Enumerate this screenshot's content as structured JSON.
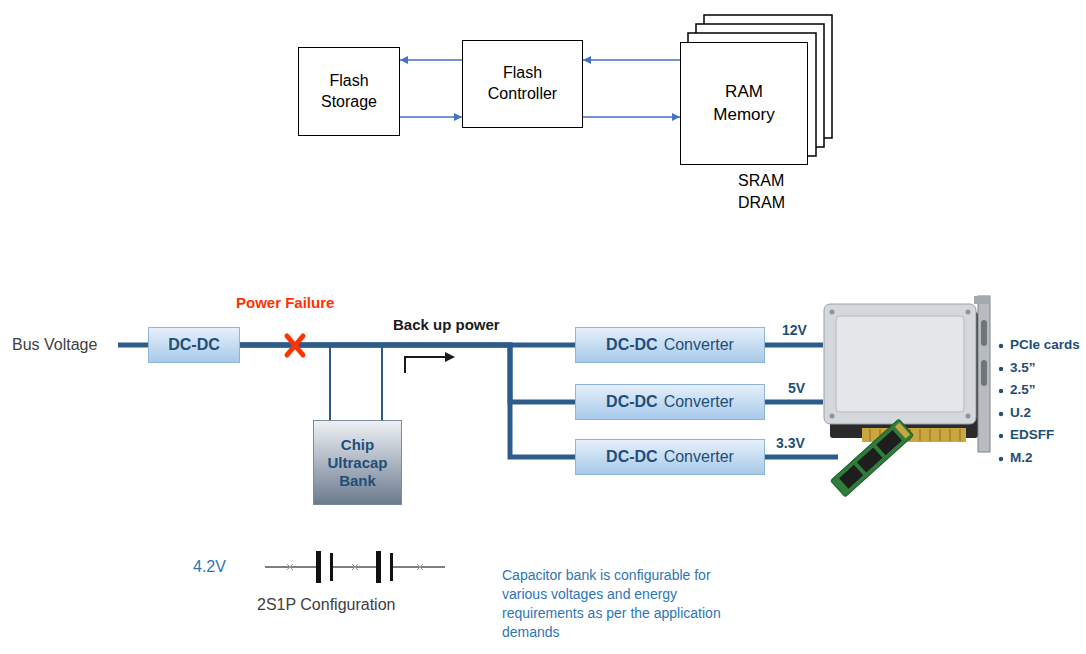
{
  "diagram": {
    "nodes": [
      {
        "text": [
          "Flash Storage"
        ]
      },
      {
        "text": [
          "Flash Controller"
        ]
      },
      {
        "text": [
          "RAM Memory"
        ]
      },
      {
        "text": [
          "DC-DC"
        ]
      },
      {
        "text": [
          "Chip Ultracap Bank"
        ]
      },
      {
        "text": [
          "DC-DC",
          "Converter"
        ]
      },
      {
        "text": [
          "DC-DC",
          "Converter"
        ]
      },
      {
        "text": [
          "DC-DC",
          "Converter"
        ]
      }
    ],
    "edges": [
      {
        "from": 1,
        "to": 0,
        "arrow": "to"
      },
      {
        "from": 0,
        "to": 1,
        "arrow": "to"
      },
      {
        "from": 2,
        "to": 1,
        "arrow": "to"
      },
      {
        "from": 1,
        "to": 2,
        "arrow": "to"
      },
      {
        "from": 3,
        "to": 5,
        "arrow": "none"
      },
      {
        "from": 3,
        "to": 6,
        "arrow": "none"
      },
      {
        "from": 3,
        "to": 7,
        "arrow": "none"
      },
      {
        "from": 4,
        "to": 5,
        "arrow": "none"
      },
      {
        "from": 4,
        "to": 6,
        "arrow": "none"
      },
      {
        "from": 4,
        "to": 7,
        "arrow": "none"
      }
    ],
    "labels": [
      "SRAM",
      "DRAM",
      "Bus Voltage",
      "Power Failure",
      "Back up power",
      "12V",
      "5V",
      "3.3V",
      "PCIe cards",
      "3.5”",
      "2.5”",
      "U.2",
      "EDSFF",
      "M.2",
      "4.2V",
      "2S1P Configuration",
      "Capacitor bank is configurable for various voltages and energy requirements as per the application demands"
    ]
  }
}
